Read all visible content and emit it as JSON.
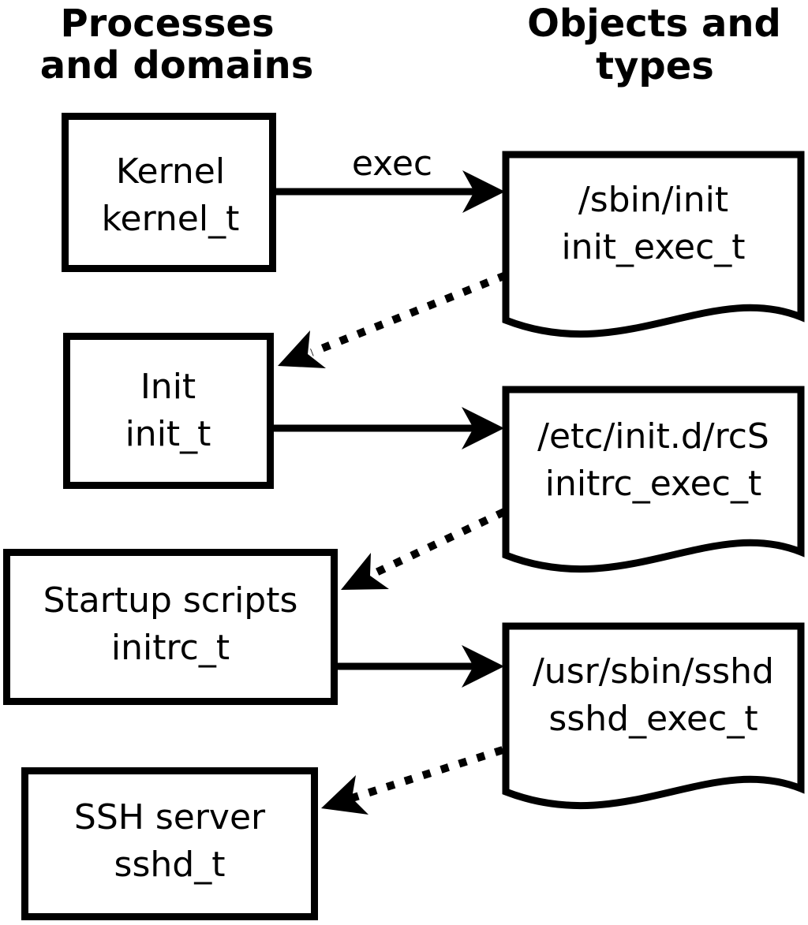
{
  "headings": {
    "left_line1": "Processes",
    "left_line2": "and domains",
    "right_line1": "Objects and",
    "right_line2": "types"
  },
  "processes": [
    {
      "name": "Kernel",
      "domain": "kernel_t"
    },
    {
      "name": "Init",
      "domain": "init_t"
    },
    {
      "name": "Startup scripts",
      "domain": "initrc_t"
    },
    {
      "name": "SSH server",
      "domain": "sshd_t"
    }
  ],
  "objects": [
    {
      "path": "/sbin/init",
      "type": "init_exec_t"
    },
    {
      "path": "/etc/init.d/rcS",
      "type": "initrc_exec_t"
    },
    {
      "path": "/usr/sbin/sshd",
      "type": "sshd_exec_t"
    }
  ],
  "arrows": {
    "exec_label": "exec"
  },
  "colors": {
    "ink": "#000000",
    "paper": "#ffffff"
  }
}
